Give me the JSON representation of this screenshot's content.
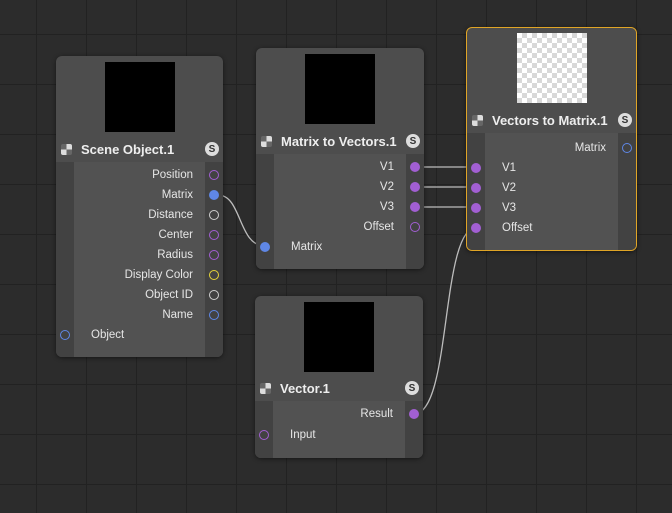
{
  "colors": {
    "canvas": "#2c2c2c",
    "node_body": "#4d4d4d",
    "selected_border": "#e0a526",
    "wire": "#bdbdbd",
    "port_purple": "#a25fd3",
    "port_blue": "#5f87e6",
    "port_grey": "#cfcfcf",
    "port_yellow": "#e5d33a"
  },
  "nodes": {
    "scene_object": {
      "title": "Scene Object.1",
      "badge": "S",
      "preview": "black",
      "outputs": [
        "Position",
        "Matrix",
        "Distance",
        "Center",
        "Radius",
        "Display Color",
        "Object ID",
        "Name"
      ],
      "inputs": [
        "Object"
      ]
    },
    "matrix_to_vectors": {
      "title": "Matrix to Vectors.1",
      "badge": "S",
      "preview": "black",
      "outputs": [
        "V1",
        "V2",
        "V3",
        "Offset"
      ],
      "inputs": [
        "Matrix"
      ]
    },
    "vectors_to_matrix": {
      "title": "Vectors to Matrix.1",
      "badge": "S",
      "preview": "transparent-checker",
      "selected": true,
      "outputs": [
        "Matrix"
      ],
      "inputs": [
        "V1",
        "V2",
        "V3",
        "Offset"
      ]
    },
    "vector": {
      "title": "Vector.1",
      "badge": "S",
      "preview": "black",
      "outputs": [
        "Result"
      ],
      "inputs": [
        "Input"
      ]
    }
  },
  "connections": [
    {
      "from": "Scene Object.1 / Matrix",
      "to": "Matrix to Vectors.1 / Matrix"
    },
    {
      "from": "Matrix to Vectors.1 / V1",
      "to": "Vectors to Matrix.1 / V1"
    },
    {
      "from": "Matrix to Vectors.1 / V2",
      "to": "Vectors to Matrix.1 / V2"
    },
    {
      "from": "Matrix to Vectors.1 / V3",
      "to": "Vectors to Matrix.1 / V3"
    },
    {
      "from": "Vector.1 / Result",
      "to": "Vectors to Matrix.1 / Offset"
    }
  ]
}
